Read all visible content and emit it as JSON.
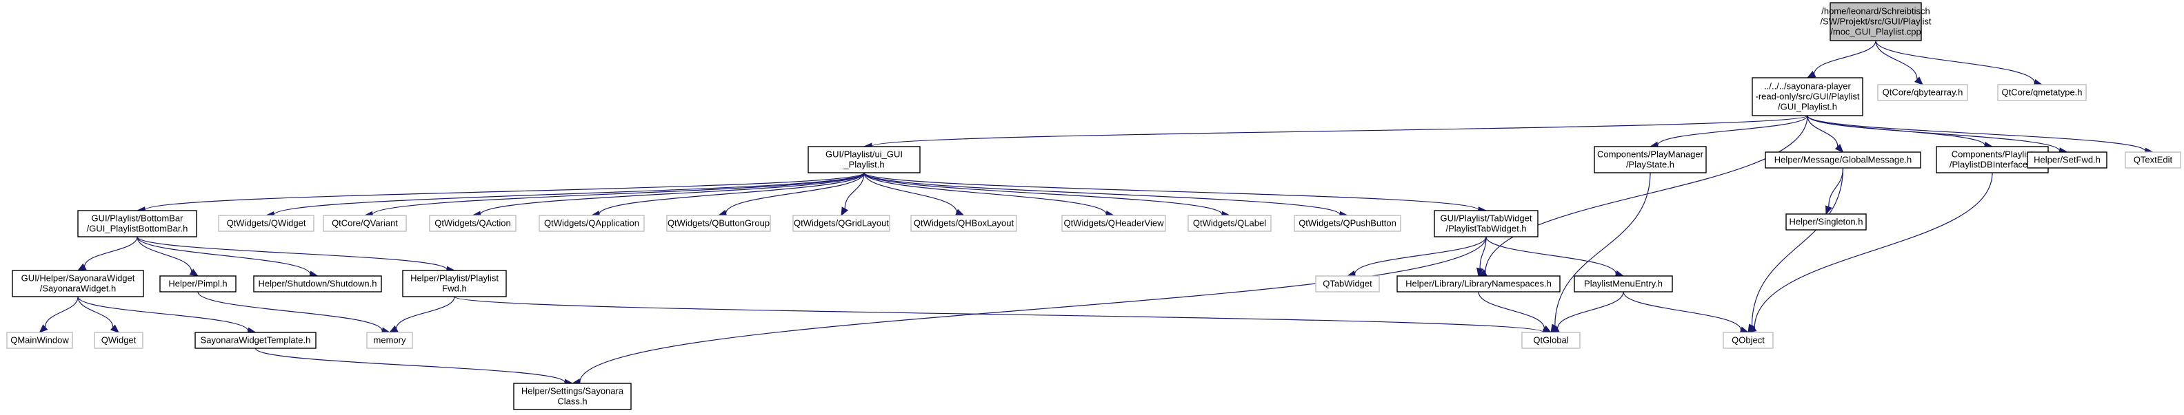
{
  "colors": {
    "root_fill": "#bfbfbf",
    "node_border": "#000000",
    "missing_border": "#bfbfbf",
    "edge": "#191970"
  },
  "nodes": [
    {
      "id": "root",
      "kind": "root",
      "lines": [
        "/home/leonard/Schreibtisch",
        "/SW/Projekt/src/GUI/Playlist",
        "/moc_GUI_Playlist.cpp"
      ]
    },
    {
      "id": "gui_playlist_h",
      "kind": "file",
      "lines": [
        "../../../sayonara-player",
        "-read-only/src/GUI/Playlist",
        "/GUI_Playlist.h"
      ]
    },
    {
      "id": "qbytearray",
      "kind": "missing",
      "lines": [
        "QtCore/qbytearray.h"
      ]
    },
    {
      "id": "qmetatype",
      "kind": "missing",
      "lines": [
        "QtCore/qmetatype.h"
      ]
    },
    {
      "id": "ui_gui_playlist",
      "kind": "file",
      "lines": [
        "GUI/Playlist/ui_GUI",
        "_Playlist.h"
      ]
    },
    {
      "id": "playstate",
      "kind": "file",
      "lines": [
        "Components/PlayManager",
        "/PlayState.h"
      ]
    },
    {
      "id": "globalmessage",
      "kind": "file",
      "lines": [
        "Helper/Message/GlobalMessage.h"
      ]
    },
    {
      "id": "playlistdbinterface",
      "kind": "file",
      "lines": [
        "Components/Playlist",
        "/PlaylistDBInterface.h"
      ]
    },
    {
      "id": "setfwd",
      "kind": "file",
      "lines": [
        "Helper/SetFwd.h"
      ]
    },
    {
      "id": "qtextedit",
      "kind": "missing",
      "lines": [
        "QTextEdit"
      ]
    },
    {
      "id": "bottombar",
      "kind": "file",
      "lines": [
        "GUI/Playlist/BottomBar",
        "/GUI_PlaylistBottomBar.h"
      ]
    },
    {
      "id": "qwidget_w",
      "kind": "missing",
      "lines": [
        "QtWidgets/QWidget"
      ]
    },
    {
      "id": "qvariant",
      "kind": "missing",
      "lines": [
        "QtCore/QVariant"
      ]
    },
    {
      "id": "qaction",
      "kind": "missing",
      "lines": [
        "QtWidgets/QAction"
      ]
    },
    {
      "id": "qapplication",
      "kind": "missing",
      "lines": [
        "QtWidgets/QApplication"
      ]
    },
    {
      "id": "qbuttongroup",
      "kind": "missing",
      "lines": [
        "QtWidgets/QButtonGroup"
      ]
    },
    {
      "id": "qgridlayout",
      "kind": "missing",
      "lines": [
        "QtWidgets/QGridLayout"
      ]
    },
    {
      "id": "qhboxlayout",
      "kind": "missing",
      "lines": [
        "QtWidgets/QHBoxLayout"
      ]
    },
    {
      "id": "qheaderview",
      "kind": "missing",
      "lines": [
        "QtWidgets/QHeaderView"
      ]
    },
    {
      "id": "qlabel",
      "kind": "missing",
      "lines": [
        "QtWidgets/QLabel"
      ]
    },
    {
      "id": "qpushbutton",
      "kind": "missing",
      "lines": [
        "QtWidgets/QPushButton"
      ]
    },
    {
      "id": "tabwidget",
      "kind": "file",
      "lines": [
        "GUI/Playlist/TabWidget",
        "/PlaylistTabWidget.h"
      ]
    },
    {
      "id": "singleton",
      "kind": "file",
      "lines": [
        "Helper/Singleton.h"
      ]
    },
    {
      "id": "sayonarawidget",
      "kind": "file",
      "lines": [
        "GUI/Helper/SayonaraWidget",
        "/SayonaraWidget.h"
      ]
    },
    {
      "id": "pimpl",
      "kind": "file",
      "lines": [
        "Helper/Pimpl.h"
      ]
    },
    {
      "id": "shutdown",
      "kind": "file",
      "lines": [
        "Helper/Shutdown/Shutdown.h"
      ]
    },
    {
      "id": "playlistfwd",
      "kind": "file",
      "lines": [
        "Helper/Playlist/Playlist",
        "Fwd.h"
      ]
    },
    {
      "id": "qtabwidget",
      "kind": "missing",
      "lines": [
        "QTabWidget"
      ]
    },
    {
      "id": "librarynamespaces",
      "kind": "file",
      "lines": [
        "Helper/Library/LibraryNamespaces.h"
      ]
    },
    {
      "id": "playlistmenuentry",
      "kind": "file",
      "lines": [
        "PlaylistMenuEntry.h"
      ]
    },
    {
      "id": "qmainwindow",
      "kind": "missing",
      "lines": [
        "QMainWindow"
      ]
    },
    {
      "id": "qwidget",
      "kind": "missing",
      "lines": [
        "QWidget"
      ]
    },
    {
      "id": "sayonarawidgettemplate",
      "kind": "file",
      "lines": [
        "SayonaraWidgetTemplate.h"
      ]
    },
    {
      "id": "memory",
      "kind": "missing",
      "lines": [
        "memory"
      ]
    },
    {
      "id": "qtglobal",
      "kind": "missing",
      "lines": [
        "QtGlobal"
      ]
    },
    {
      "id": "qobject",
      "kind": "missing",
      "lines": [
        "QObject"
      ]
    },
    {
      "id": "sayonaraclass",
      "kind": "file",
      "lines": [
        "Helper/Settings/Sayonara",
        "Class.h"
      ]
    }
  ],
  "edges": [
    [
      "root",
      "gui_playlist_h"
    ],
    [
      "root",
      "qbytearray"
    ],
    [
      "root",
      "qmetatype"
    ],
    [
      "gui_playlist_h",
      "ui_gui_playlist"
    ],
    [
      "gui_playlist_h",
      "playstate"
    ],
    [
      "gui_playlist_h",
      "globalmessage"
    ],
    [
      "gui_playlist_h",
      "playlistdbinterface"
    ],
    [
      "gui_playlist_h",
      "setfwd"
    ],
    [
      "gui_playlist_h",
      "qtextedit"
    ],
    [
      "gui_playlist_h",
      "librarynamespaces"
    ],
    [
      "ui_gui_playlist",
      "bottombar"
    ],
    [
      "ui_gui_playlist",
      "qwidget_w"
    ],
    [
      "ui_gui_playlist",
      "qvariant"
    ],
    [
      "ui_gui_playlist",
      "qaction"
    ],
    [
      "ui_gui_playlist",
      "qapplication"
    ],
    [
      "ui_gui_playlist",
      "qbuttongroup"
    ],
    [
      "ui_gui_playlist",
      "qgridlayout"
    ],
    [
      "ui_gui_playlist",
      "qhboxlayout"
    ],
    [
      "ui_gui_playlist",
      "qheaderview"
    ],
    [
      "ui_gui_playlist",
      "qlabel"
    ],
    [
      "ui_gui_playlist",
      "qpushbutton"
    ],
    [
      "ui_gui_playlist",
      "tabwidget"
    ],
    [
      "bottombar",
      "sayonarawidget"
    ],
    [
      "bottombar",
      "pimpl"
    ],
    [
      "bottombar",
      "shutdown"
    ],
    [
      "bottombar",
      "playlistfwd"
    ],
    [
      "sayonarawidget",
      "qmainwindow"
    ],
    [
      "sayonarawidget",
      "qwidget"
    ],
    [
      "sayonarawidget",
      "sayonarawidgettemplate"
    ],
    [
      "sayonarawidgettemplate",
      "sayonaraclass"
    ],
    [
      "pimpl",
      "memory"
    ],
    [
      "playlistfwd",
      "memory"
    ],
    [
      "playlistfwd",
      "qtglobal"
    ],
    [
      "tabwidget",
      "qtabwidget"
    ],
    [
      "tabwidget",
      "librarynamespaces"
    ],
    [
      "tabwidget",
      "playlistmenuentry"
    ],
    [
      "tabwidget",
      "sayonaraclass"
    ],
    [
      "librarynamespaces",
      "qtglobal"
    ],
    [
      "playlistmenuentry",
      "qtglobal"
    ],
    [
      "playlistmenuentry",
      "qobject"
    ],
    [
      "playstate",
      "qtglobal"
    ],
    [
      "globalmessage",
      "singleton"
    ],
    [
      "globalmessage",
      "qobject"
    ],
    [
      "playlistdbinterface",
      "qobject"
    ]
  ]
}
